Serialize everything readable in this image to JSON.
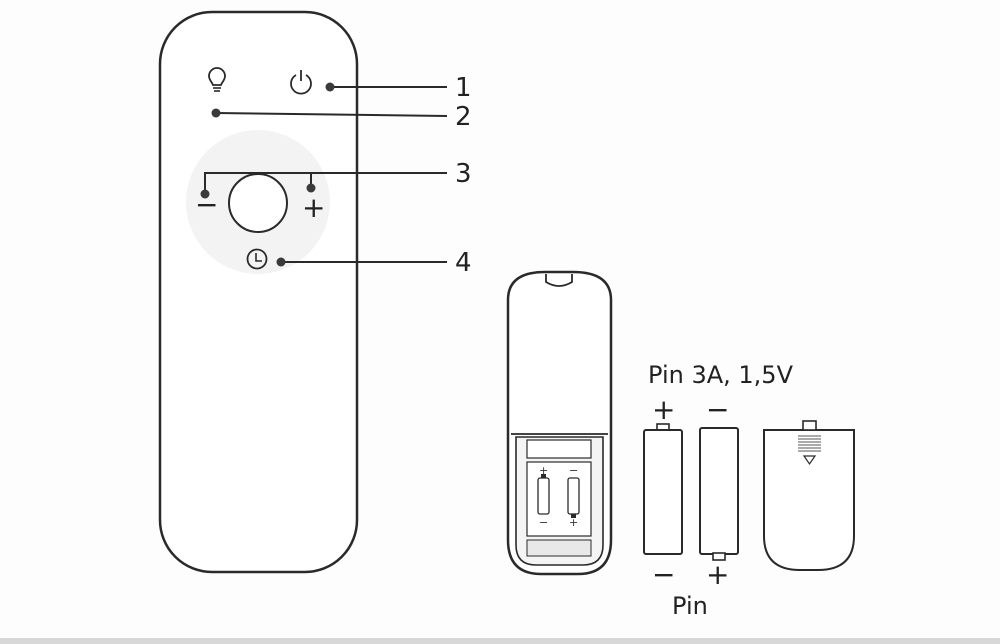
{
  "callouts": [
    "1",
    "2",
    "3",
    "4"
  ],
  "remote": {
    "minus_sign": "−",
    "plus_sign": "+"
  },
  "battery_compartment": {
    "plus_mark": "+",
    "minus_mark": "−"
  },
  "batteries": {
    "title": "Pin 3A, 1,5V",
    "left_top": "+",
    "right_top": "−",
    "left_bottom": "−",
    "right_bottom": "+",
    "caption": "Pin"
  },
  "colors": {
    "line": "#2a2a2a",
    "dot": "#3a3a3a"
  }
}
